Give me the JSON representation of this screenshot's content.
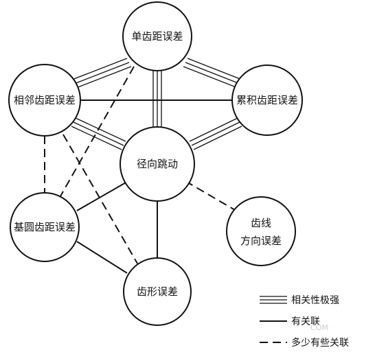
{
  "nodes": {
    "single_pitch": "单齿距误差",
    "adjacent_pitch": "相邻齿距误差",
    "cumulative_pitch": "累积齿距误差",
    "radial_runout": "径向跳动",
    "base_pitch": "基圆齿距误差",
    "helix_line1": "齿线",
    "helix_line2": "方向误差",
    "profile": "齿形误差"
  },
  "legend": {
    "very_strong": "相关性极强",
    "related": "有关联",
    "somewhat": "多少有些关联"
  },
  "watermark": "COM"
}
